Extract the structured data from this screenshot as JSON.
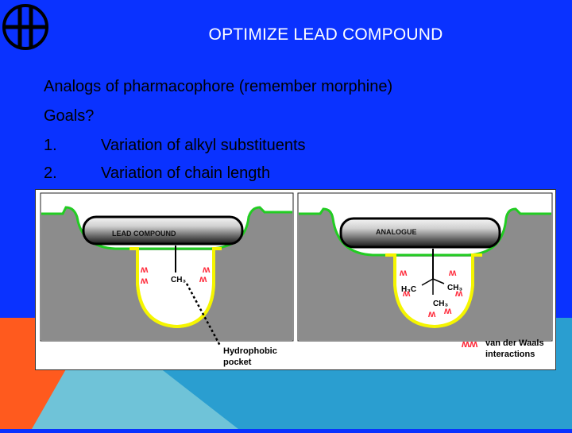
{
  "slide": {
    "title": "OPTIMIZE LEAD COMPOUND",
    "lines": [
      {
        "text": "Analogs of pharmacophore (remember morphine)"
      },
      {
        "text": "Goals?"
      },
      {
        "num": "1.",
        "text": "Variation of alkyl substituents"
      },
      {
        "num": "2.",
        "text": "Variation of chain length"
      }
    ]
  },
  "figure": {
    "left_panel": {
      "pill_label": "LEAD COMPOUND",
      "group_label": "CH₃",
      "pocket_label_1": "Hydrophobic",
      "pocket_label_2": "pocket"
    },
    "right_panel": {
      "pill_label": "ANALOGUE",
      "group_left": "H₃C",
      "group_right": "CH₃",
      "group_bottom": "CH₃",
      "legend_line_1": "van der Waals",
      "legend_line_2": "interactions"
    }
  },
  "colors": {
    "background": "#0a32ff",
    "title_text": "#ffffff",
    "protein_gray": "#8c8c8c",
    "green_outline": "#22cc22",
    "yellow_pocket": "#f5f500",
    "vdw_red": "#ff2a3a",
    "orange": "#ff5a1e",
    "teal": "#2aa0c8"
  }
}
